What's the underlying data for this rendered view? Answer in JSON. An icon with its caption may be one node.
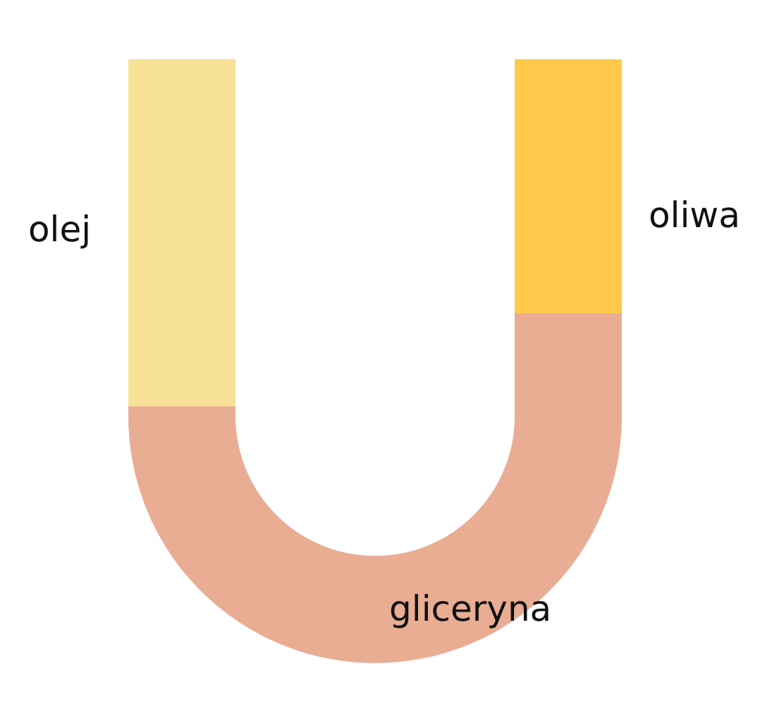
{
  "diagram": {
    "nodes": [
      {
        "text": [
          "gliceryna"
        ]
      },
      {
        "text": [],
        "shape": "bar",
        "beside": [
          "olej"
        ]
      },
      {
        "text": [],
        "shape": "bar",
        "beside": [
          "oliwa"
        ]
      }
    ],
    "edges": []
  }
}
